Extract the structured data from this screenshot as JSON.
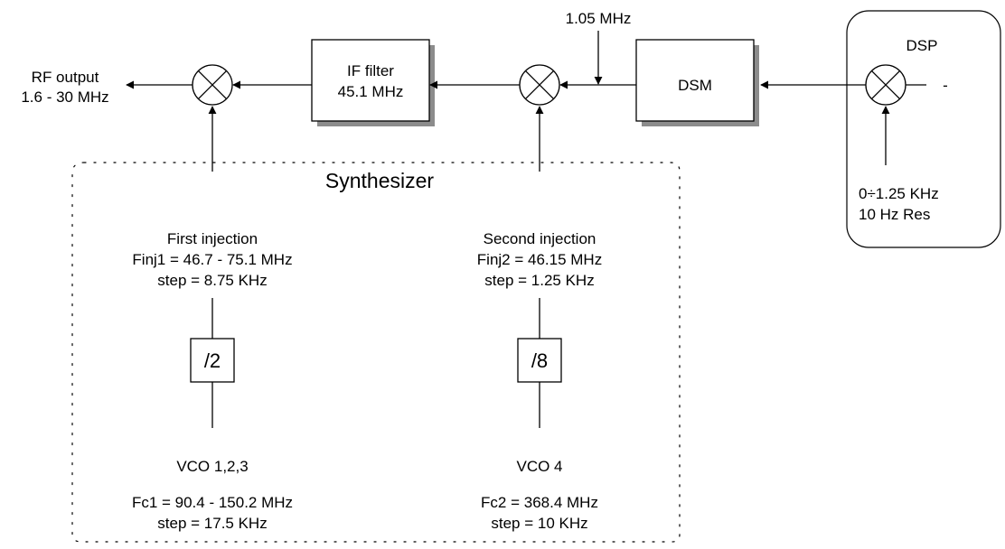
{
  "rf_output": {
    "line1": "RF output",
    "line2": "1.6 - 30 MHz"
  },
  "if_filter": {
    "line1": "IF filter",
    "line2": "45.1 MHz"
  },
  "dsm": {
    "label": "DSM"
  },
  "dsm_input": {
    "label": "1.05 MHz"
  },
  "dsp": {
    "title": "DSP",
    "output_mark": "-",
    "line1": "0÷1.25 KHz",
    "line2": "10 Hz Res"
  },
  "synthesizer": {
    "title": "Synthesizer",
    "first": {
      "title": "First injection",
      "freq": "Finj1 = 46.7 - 75.1 MHz",
      "step": "step = 8.75 KHz",
      "divider": "/2",
      "vco": "VCO 1,2,3",
      "vco_freq": "Fc1 = 90.4 - 150.2 MHz",
      "vco_step": "step = 17.5 KHz"
    },
    "second": {
      "title": "Second injection",
      "freq": "Finj2 = 46.15 MHz",
      "step": "step = 1.25 KHz",
      "divider": "/8",
      "vco": "VCO 4",
      "vco_freq": "Fc2 = 368.4 MHz",
      "vco_step": "step = 10 KHz"
    }
  }
}
